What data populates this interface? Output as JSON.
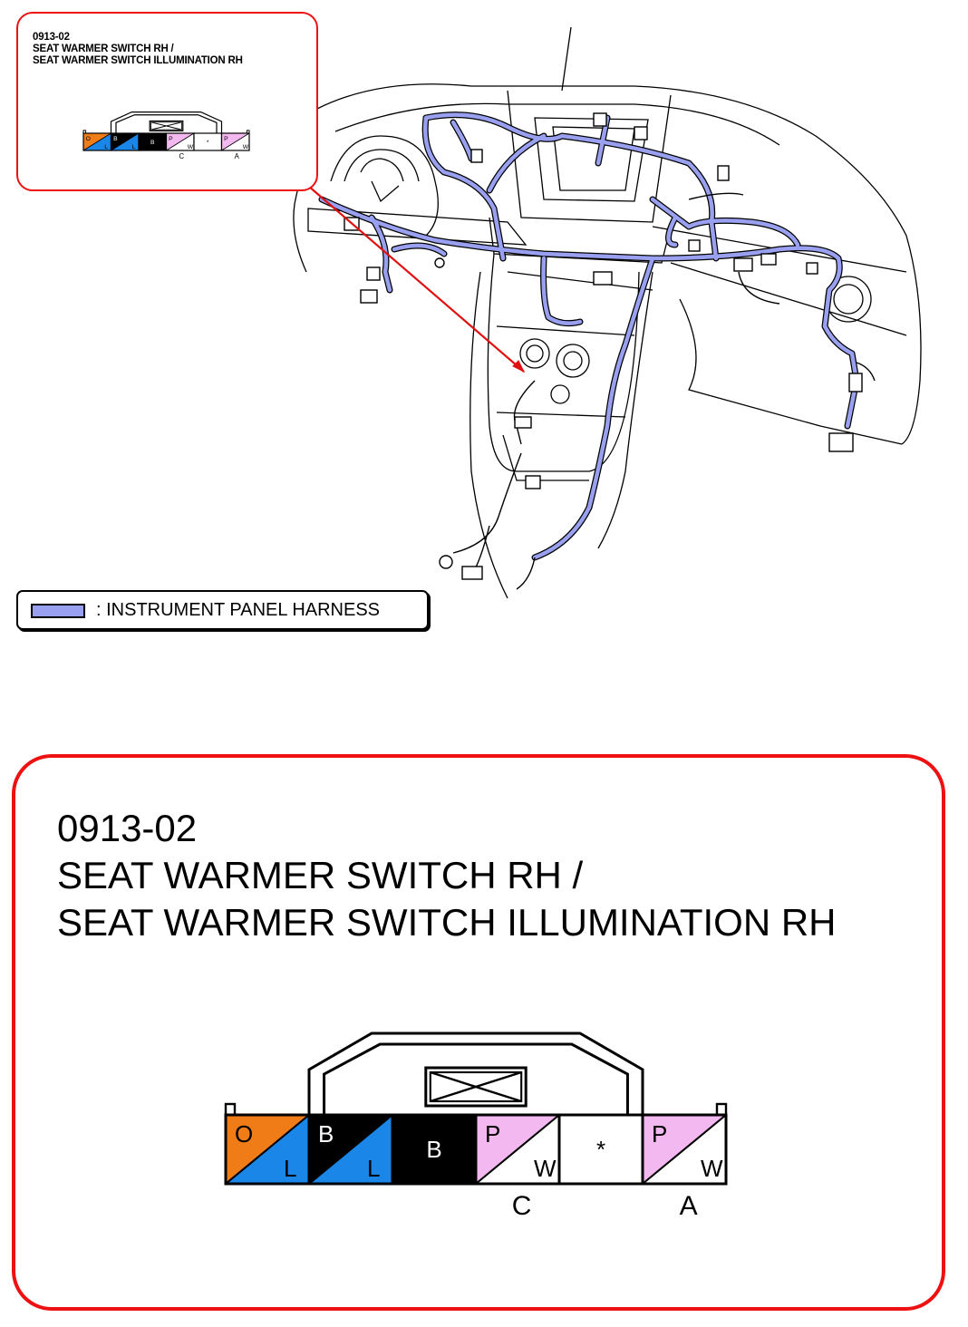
{
  "connector": {
    "code": "0913-02",
    "name_line1": "SEAT WARMER SWITCH RH /",
    "name_line2": "SEAT WARMER SWITCH ILLUMINATION RH",
    "cavities": [
      {
        "top": "O",
        "bottom": "L",
        "top_color": "#f07c18",
        "bottom_color": "#1a86e8",
        "split": true
      },
      {
        "top": "B",
        "bottom": "L",
        "top_color": "#000000",
        "bottom_color": "#1a86e8",
        "split": true
      },
      {
        "top": "B",
        "bottom": "",
        "top_color": "#000000",
        "bottom_color": "#000000",
        "split": false
      },
      {
        "top": "P",
        "bottom": "W",
        "top_color": "#f4b8f0",
        "bottom_color": "#ffffff",
        "split": true
      },
      {
        "top": "*",
        "bottom": "",
        "top_color": "#ffffff",
        "bottom_color": "#ffffff",
        "split": false
      },
      {
        "top": "P",
        "bottom": "W",
        "top_color": "#f4b8f0",
        "bottom_color": "#ffffff",
        "split": true
      }
    ],
    "terminal_labels": [
      {
        "label": "C",
        "cavity": 3
      },
      {
        "label": "A",
        "cavity": 5
      }
    ]
  },
  "legend": {
    "label": ": INSTRUMENT PANEL HARNESS",
    "color": "#9aa0f0"
  },
  "colors": {
    "callout_border": "#ee1111",
    "harness": "#9aa0f0",
    "leader_line": "#e01010"
  }
}
